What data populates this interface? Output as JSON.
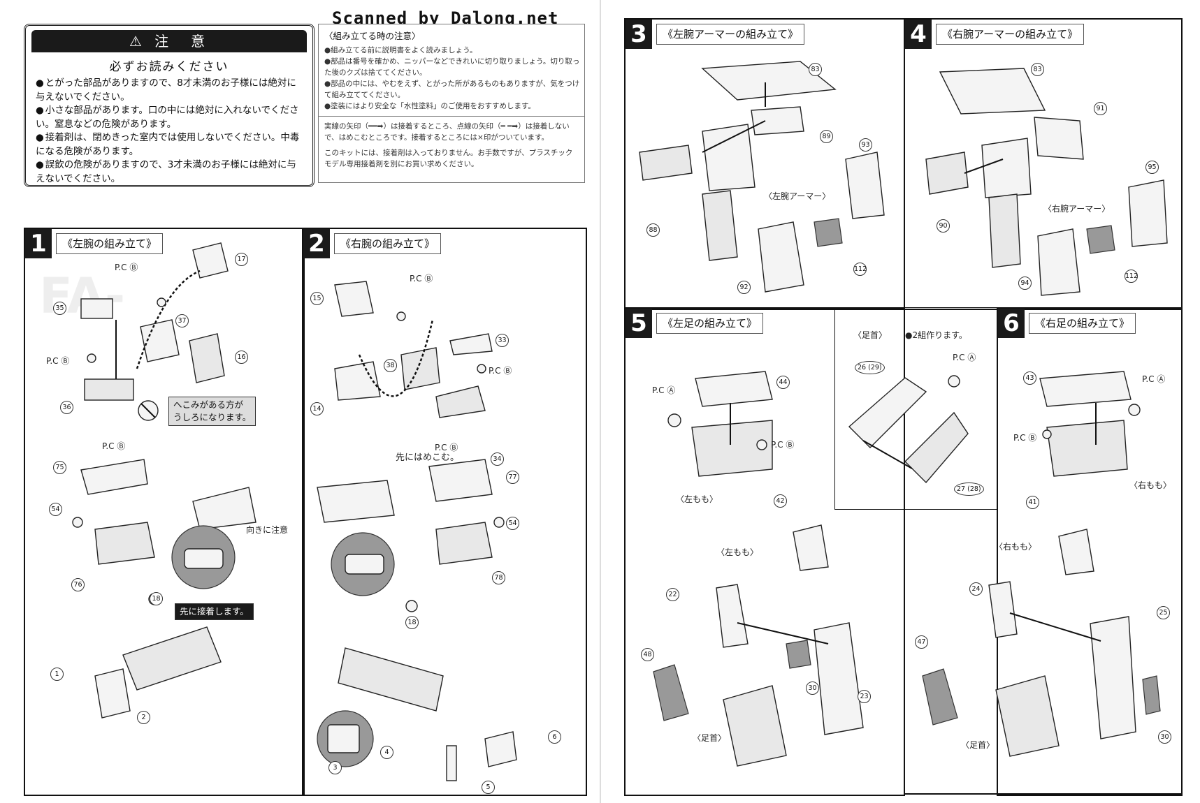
{
  "watermark": "Scanned by Dalong.net",
  "caution": {
    "title": "注　意",
    "subtitle": "必ずお読みください",
    "items": [
      "とがった部品がありますので、8才未満のお子様には絶対に与えないでください。",
      "小さな部品があります。口の中には絶対に入れないでください。窒息などの危険があります。",
      "接着剤は、閉めきった室内では使用しないでください。中毒になる危険があります。",
      "誤飲の危険がありますので、3才未満のお子様には絶対に与えないでください。"
    ]
  },
  "notes": {
    "title": "〈組み立てる時の注意〉",
    "items": [
      "組み立てる前に説明書をよく読みましょう。",
      "部品は番号を確かめ、ニッパーなどできれいに切り取りましょう。切り取った後のクズは捨ててください。",
      "部品の中には、やむをえず、とがった所があるものもありますが、気をつけて組み立ててください。",
      "塗装にはより安全な「水性塗料」のご使用をおすすめします。"
    ],
    "arrow_note": "実線の矢印（━━➡）は接着するところ、点線の矢印（━ ━➡）は接着しないで、はめこむところです。接着するところには×印がついています。",
    "glue_note": "このキットには、接着剤は入っておりません。お手数ですが、プラスチックモデル専用接着剤を別にお買い求めください。"
  },
  "steps": [
    {
      "num": "1",
      "title": "《左腕の組み立て》"
    },
    {
      "num": "2",
      "title": "《右腕の組み立て》"
    },
    {
      "num": "3",
      "title": "《左腕アーマーの組み立て》"
    },
    {
      "num": "4",
      "title": "《右腕アーマーの組み立て》"
    },
    {
      "num": "5",
      "title": "《左足の組み立て》"
    },
    {
      "num": "6",
      "title": "《右足の組み立て》"
    }
  ],
  "labels": {
    "pc_b": "P.C Ⓑ",
    "pc_a": "P.C Ⓐ",
    "pc_b2": "P.C Ⓑ",
    "hekomi": "へこみがある方が\nうしろになります。",
    "muki": "向きに注意",
    "saki_secchaku": "先に接着します。",
    "saki_hamekomu": "先にはめこむ。",
    "left_arm_armor": "〈左腕アーマー〉",
    "right_arm_armor": "〈右腕アーマー〉",
    "ashikubi": "〈足首〉",
    "two_sets": "●2組作ります。",
    "left_thigh": "〈左もも〉",
    "right_thigh": "〈右もも〉",
    "left_thigh2": "〈左もも〉",
    "right_thigh2": "〈右もも〉",
    "ashikubi2": "〈足首〉",
    "ashikubi3": "〈足首〉"
  },
  "parts": {
    "s1": [
      "35",
      "17",
      "37",
      "16",
      "36",
      "75",
      "54",
      "76",
      "18",
      "1",
      "2"
    ],
    "s2": [
      "15",
      "33",
      "38",
      "14",
      "34",
      "77",
      "54",
      "78",
      "18",
      "6",
      "3",
      "4",
      "5"
    ],
    "s3": [
      "83",
      "89",
      "88",
      "92",
      "93",
      "112"
    ],
    "s4": [
      "83",
      "91",
      "90",
      "95",
      "94",
      "112"
    ],
    "s5": [
      "44",
      "42",
      "22",
      "48",
      "30",
      "23"
    ],
    "ankle": [
      "26 (29)",
      "27 (28)"
    ],
    "s6": [
      "43",
      "41",
      "24",
      "47",
      "25",
      "30"
    ]
  }
}
